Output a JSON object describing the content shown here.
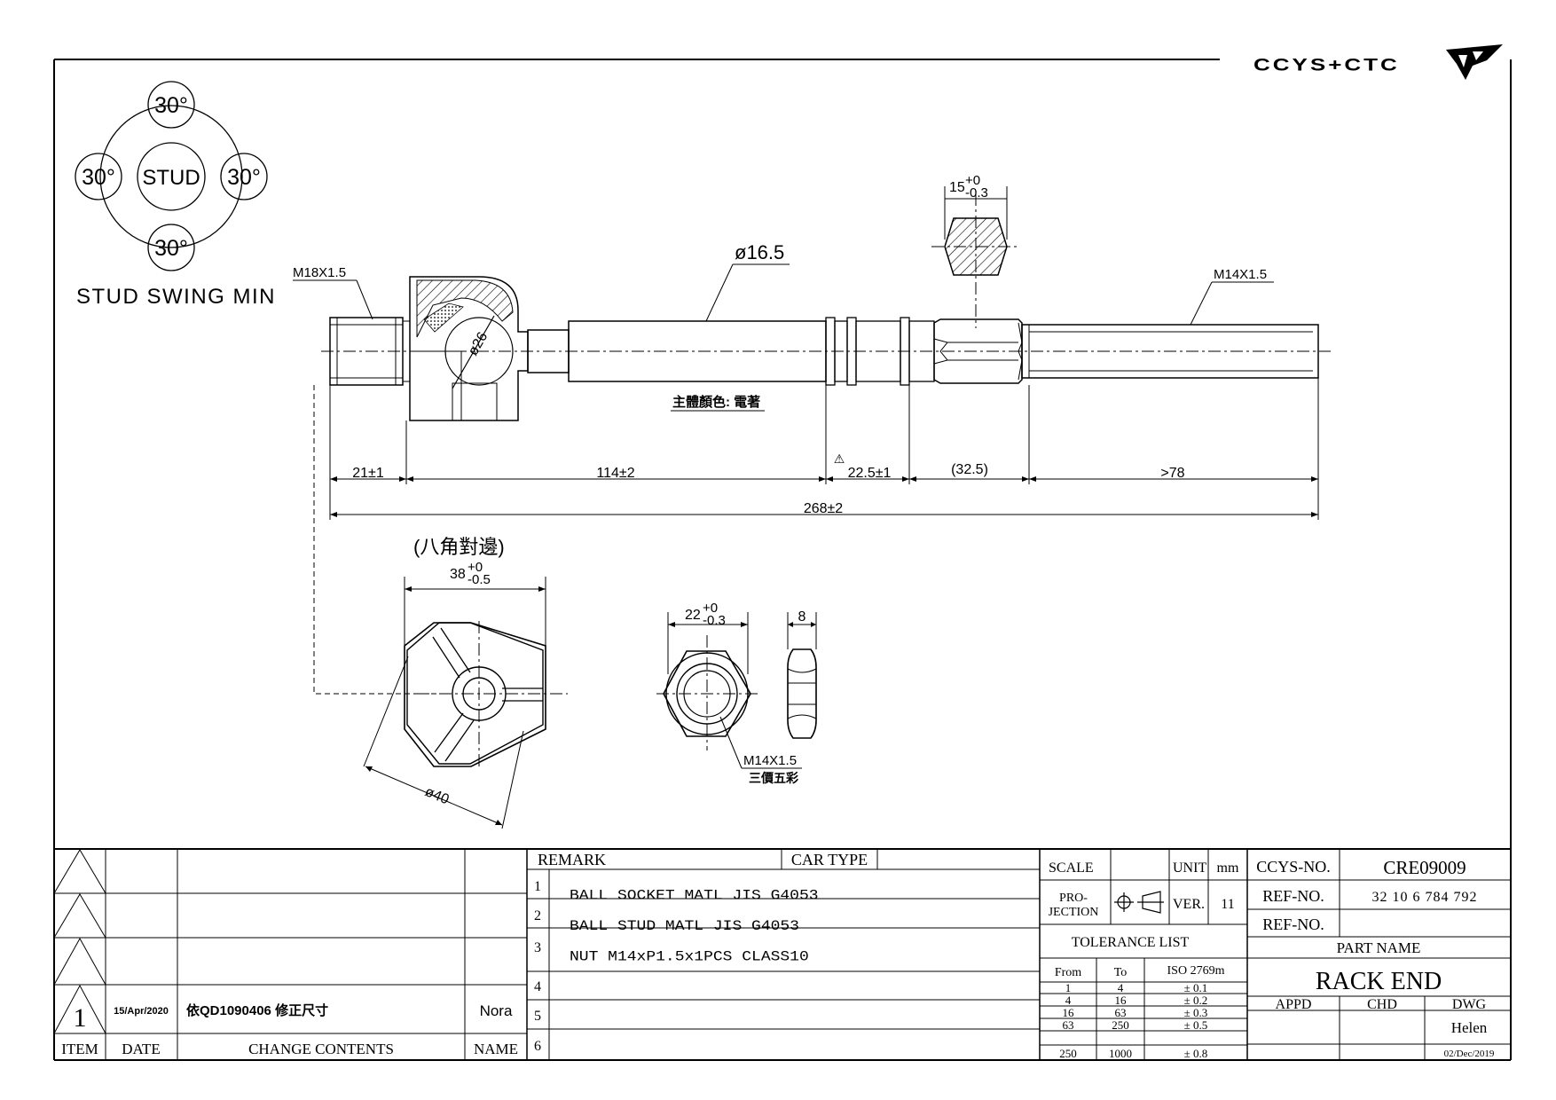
{
  "brand": {
    "logo_text": "CCYS+CTC"
  },
  "swing": {
    "stud": "STUD",
    "angles": [
      "30°",
      "30°",
      "30°",
      "30°"
    ],
    "caption": "STUD SWING MIN"
  },
  "labels": {
    "thread_left": "M18X1.5",
    "diameter_rod": "ø16.5",
    "ball_dia": "ø26",
    "hex_width_val": "15",
    "hex_width_tol_up": "+0",
    "hex_width_tol_dn": "-0.3",
    "thread_right": "M14X1.5",
    "body_color": "主體顏色: 電著",
    "warn": "⚠"
  },
  "dims": {
    "d1": "21±1",
    "d2": "114±2",
    "d3": "22.5±1",
    "d4": "(32.5)",
    "d5": ">78",
    "total": "268±2"
  },
  "octagon": {
    "note": "(八角對邊)",
    "width_val": "38",
    "tol_up": "+0",
    "tol_dn": "-0.5",
    "dia": "ø40"
  },
  "nut": {
    "width_val": "22",
    "tol_up": "+0",
    "tol_dn": "-0.3",
    "thickness": "8",
    "thread": "M14X1.5",
    "finish": "三價五彩"
  },
  "revisions": {
    "headers": {
      "item": "ITEM",
      "date": "DATE",
      "change": "CHANGE CONTENTS",
      "name": "NAME"
    },
    "rows": [
      {
        "item": "",
        "date": "",
        "change": "",
        "name": ""
      },
      {
        "item": "",
        "date": "",
        "change": "",
        "name": ""
      },
      {
        "item": "",
        "date": "",
        "change": "",
        "name": ""
      },
      {
        "item": "1",
        "date": "15/Apr/2020",
        "change": "依QD1090406 修正尺寸",
        "name": "Nora"
      }
    ]
  },
  "remarks": {
    "header": "REMARK",
    "car_type": "CAR TYPE",
    "rows": [
      {
        "no": "1",
        "text": "BALL SOCKET MATL JIS G4053"
      },
      {
        "no": "2",
        "text": "BALL STUD MATL JIS G4053"
      },
      {
        "no": "3",
        "text": "NUT M14xP1.5x1PCS CLASS10"
      },
      {
        "no": "4",
        "text": ""
      },
      {
        "no": "5",
        "text": ""
      },
      {
        "no": "6",
        "text": ""
      }
    ]
  },
  "spec": {
    "scale": "SCALE",
    "unit_label": "UNIT",
    "unit": "mm",
    "projection_l1": "PRO-",
    "projection_l2": "JECTION",
    "ver_label": "VER.",
    "ver": "11",
    "tolerance_title": "TOLERANCE LIST",
    "tol_headers": {
      "from": "From",
      "to": "To",
      "iso": "ISO 2769m"
    },
    "tol_rows": [
      {
        "from": "1",
        "to": "4",
        "tol": "± 0.1"
      },
      {
        "from": "4",
        "to": "16",
        "tol": "± 0.2"
      },
      {
        "from": "16",
        "to": "63",
        "tol": "± 0.3"
      },
      {
        "from": "63",
        "to": "250",
        "tol": "± 0.5"
      },
      {
        "from": "250",
        "to": "1000",
        "tol": "± 0.8"
      }
    ]
  },
  "title_block": {
    "ccys_label": "CCYS-NO.",
    "ccys_no": "CRE09009",
    "ref1_label": "REF-NO.",
    "ref1": "32 10 6 784 792",
    "ref2_label": "REF-NO.",
    "ref2": "",
    "part_name_label": "PART NAME",
    "part_name": "RACK END",
    "appd": "APPD",
    "chd": "CHD",
    "dwg": "DWG",
    "drawer": "Helen",
    "date": "02/Dec/2019"
  }
}
